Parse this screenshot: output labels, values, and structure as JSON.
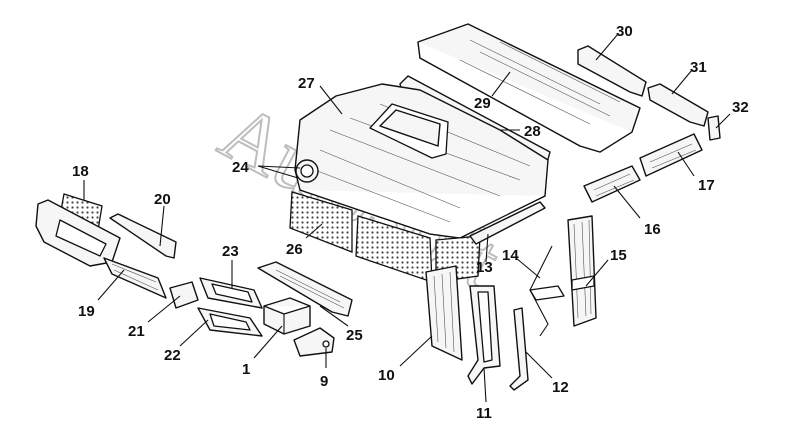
{
  "diagram": {
    "watermark_text": "AutoSoft",
    "callouts": {
      "c1": "1",
      "c9": "9",
      "c10": "10",
      "c11": "11",
      "c12": "12",
      "c13": "13",
      "c14": "14",
      "c15": "15",
      "c16": "16",
      "c17": "17",
      "c18": "18",
      "c19": "19",
      "c20": "20",
      "c21": "21",
      "c22": "22",
      "c23": "23",
      "c24": "24",
      "c25": "25",
      "c26": "26",
      "c27": "27",
      "c28": "28",
      "c29": "29",
      "c30": "30",
      "c31": "31",
      "c32": "32"
    }
  }
}
